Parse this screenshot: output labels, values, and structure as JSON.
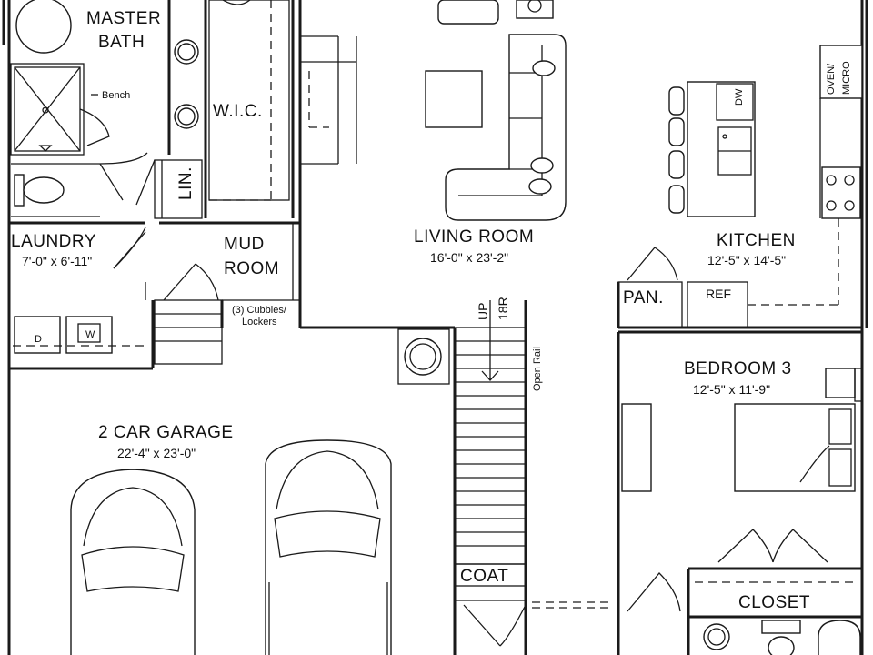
{
  "rooms": {
    "master_bath": {
      "line1": "MASTER",
      "line2": "BATH"
    },
    "bench": "Bench",
    "wic": "W.I.C.",
    "lin": "LIN.",
    "laundry": {
      "name": "LAUNDRY",
      "dim": "7'-0\" x 6'-11\""
    },
    "mud_room": {
      "line1": "MUD",
      "line2": "ROOM"
    },
    "cubbies": {
      "line1": "(3) Cubbies/",
      "line2": "Lockers"
    },
    "living_room": {
      "name": "LIVING ROOM",
      "dim": "16'-0\" x 23'-2\""
    },
    "kitchen": {
      "name": "KITCHEN",
      "dim": "12'-5\" x 14'-5\""
    },
    "oven_micro": {
      "line1": "OVEN/",
      "line2": "MICRO"
    },
    "dw": "DW",
    "pan": "PAN.",
    "ref": "REF",
    "stairs": {
      "up": "UP",
      "risers": "18R"
    },
    "open_rail": "Open Rail",
    "garage": {
      "name": "2 CAR GARAGE",
      "dim": "22'-4\" x 23'-0\""
    },
    "bedroom3": {
      "name": "BEDROOM 3",
      "dim": "12'-5\" x 11'-9\""
    },
    "coat": "COAT",
    "closet": "CLOSET",
    "washer": "W",
    "dryer": "D"
  }
}
